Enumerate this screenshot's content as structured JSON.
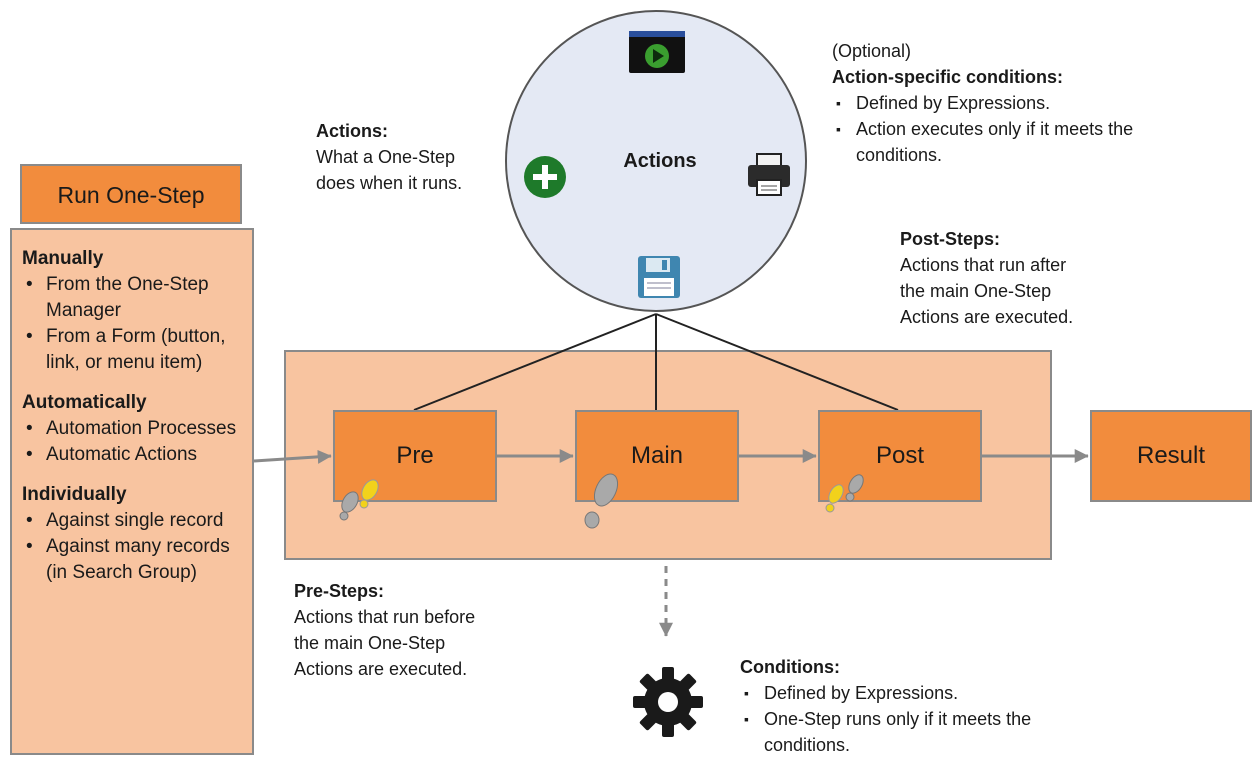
{
  "run_onestep": {
    "title": "Run One-Step"
  },
  "triggers": {
    "manually": {
      "heading": "Manually",
      "items": [
        "From the One-Step Manager",
        "From a Form (button, link, or menu item)"
      ]
    },
    "automatically": {
      "heading": "Automatically",
      "items": [
        "Automation Processes",
        "Automatic Actions"
      ]
    },
    "individually": {
      "heading": "Individually",
      "items": [
        "Against single record",
        "Against many records (in Search Group)"
      ]
    }
  },
  "actions_circle": {
    "label": "Actions"
  },
  "actions_note": {
    "heading": "Actions:",
    "line1": "What a One-Step",
    "line2": "does when it runs."
  },
  "action_conditions": {
    "optional": "(Optional)",
    "heading": "Action-specific conditions:",
    "items": [
      "Defined by Expressions.",
      "Action executes only if it meets the conditions."
    ]
  },
  "post_steps": {
    "heading": "Post-Steps:",
    "line1": "Actions that run after",
    "line2": "the main One-Step",
    "line3": "Actions are executed."
  },
  "pre_steps": {
    "heading": "Pre-Steps:",
    "line1": "Actions that run before",
    "line2": "the main One-Step",
    "line3": "Actions are executed."
  },
  "steps": {
    "pre": "Pre",
    "main": "Main",
    "post": "Post",
    "result": "Result"
  },
  "conditions": {
    "heading": "Conditions:",
    "items": [
      "Defined by Expressions.",
      "One-Step runs only if it meets the conditions."
    ]
  },
  "colors": {
    "orange": "#f28c3d",
    "peach": "#f8c4a0",
    "circle": "#e4e9f4",
    "green": "#1e7a2a"
  }
}
